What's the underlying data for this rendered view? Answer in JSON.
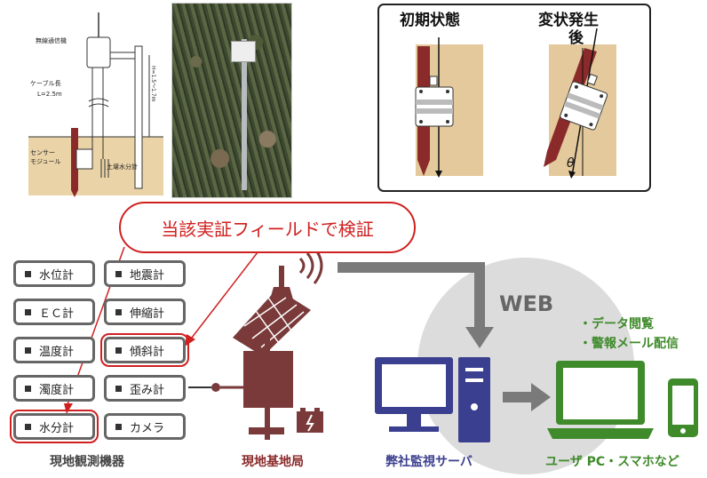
{
  "top_schematic": {
    "labels": {
      "wireless": "無線通信機",
      "cable": "ケーブル長",
      "cable_len": "L=2.5m",
      "height": "H=1.5～1.7m",
      "sensor_module_1": "センサー",
      "sensor_module_2": "モジュール",
      "soil_meter": "土壌水分計"
    }
  },
  "tilt_panel": {
    "initial_label": "初期状態",
    "after_label_1": "変状発生",
    "after_label_2": "後",
    "angle_symbol": "θ"
  },
  "callout": {
    "text": "当該実証フィールドで検証"
  },
  "sensors": [
    {
      "label": "水位計",
      "highlight": false
    },
    {
      "label": "地震計",
      "highlight": false
    },
    {
      "label": "ＥＣ計",
      "highlight": false
    },
    {
      "label": "伸縮計",
      "highlight": false
    },
    {
      "label": "温度計",
      "highlight": false
    },
    {
      "label": "傾斜計",
      "highlight": true
    },
    {
      "label": "濁度計",
      "highlight": false
    },
    {
      "label": "歪み計",
      "highlight": false
    },
    {
      "label": "水分計",
      "highlight": true
    },
    {
      "label": "カメラ",
      "highlight": false
    }
  ],
  "captions": {
    "sensors": "現地観測機器",
    "station": "現地基地局",
    "server": "弊社監視サーバ",
    "user": "ユーザ PC・スマホなど"
  },
  "web": {
    "label": "WEB"
  },
  "features": [
    "・データ閲覧",
    "・警報メール配信"
  ],
  "colors": {
    "station": "#7a3a3a",
    "server": "#3b3f8f",
    "user": "#3f8a2a",
    "arrow": "#7a7a7a",
    "callout": "#d02020",
    "web_circle": "#dcdcdc"
  }
}
